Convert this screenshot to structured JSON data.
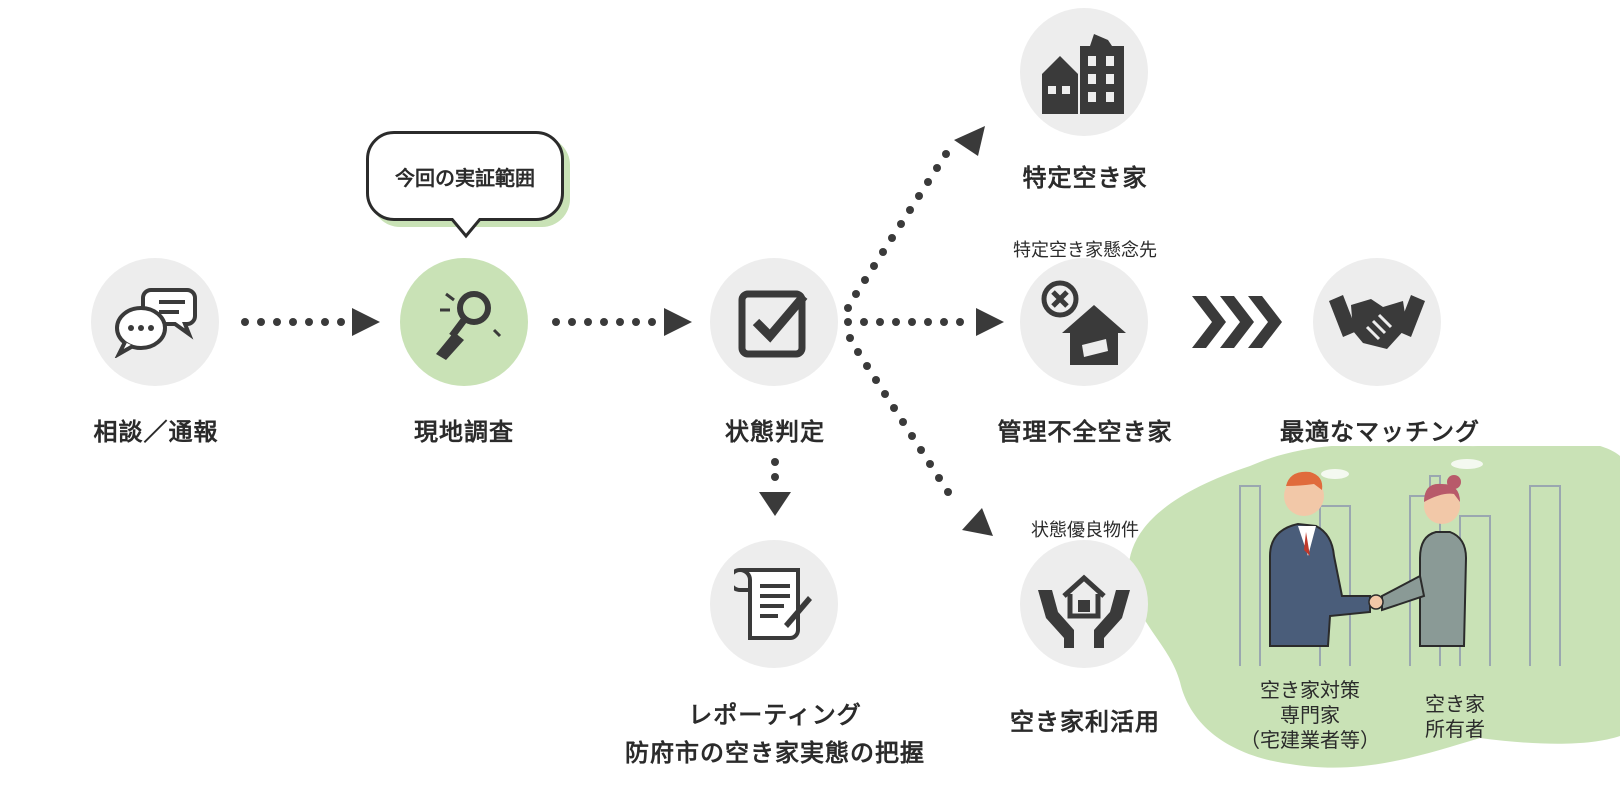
{
  "nodes": {
    "consult": "相談／通報",
    "survey": "現地調査",
    "judgement": "状態判定",
    "reporting_line1": "レポーティング",
    "reporting_line2": "防府市の空き家実態の把握",
    "specific_vacant": "特定空き家",
    "poor_management_pre": "特定空き家懸念先",
    "poor_management": "管理不全空き家",
    "good_condition_pre": "状態優良物件",
    "utilization": "空き家利活用",
    "matching": "最適なマッチング"
  },
  "callout": "今回の実証範囲",
  "people": {
    "expert_line1": "空き家対策",
    "expert_line2": "専門家",
    "expert_line3": "（宅建業者等）",
    "owner_line1": "空き家",
    "owner_line2": "所有者"
  },
  "colors": {
    "highlight": "#c9e2b6",
    "icon": "#3a3a3a",
    "circle": "#ededed"
  }
}
